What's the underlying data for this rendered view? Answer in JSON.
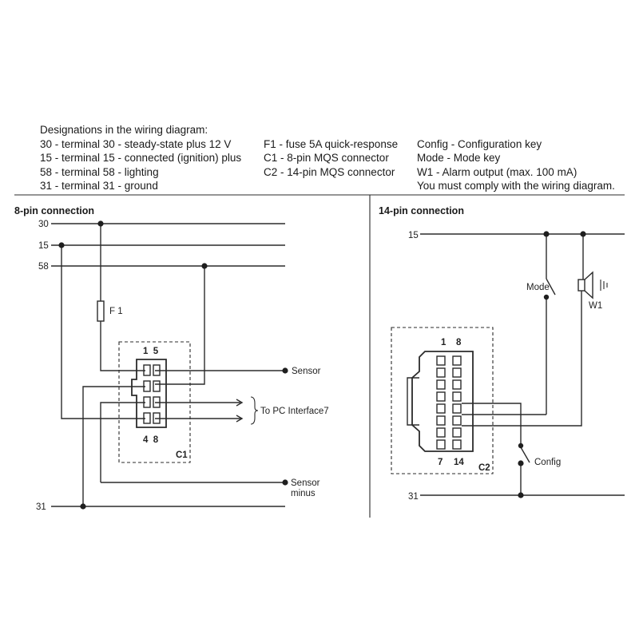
{
  "legend": {
    "heading": "Designations in the wiring diagram:",
    "col1": [
      "30 - terminal 30 - steady-state plus 12 V",
      "15 - terminal 15 - connected (ignition) plus",
      "58 - terminal 58 - lighting",
      "31 - terminal 31 - ground"
    ],
    "col2": [
      "F1 - fuse 5A quick-response",
      "C1 - 8-pin MQS connector",
      "C2 - 14-pin MQS connector"
    ],
    "col3": [
      "Config - Configuration key",
      "Mode - Mode key",
      "W1 - Alarm output (max. 100 mA)",
      "You must comply with the wiring diagram."
    ]
  },
  "left_panel": {
    "title": "8-pin connection",
    "terminals": {
      "t30": "30",
      "t15": "15",
      "t58": "58",
      "t31": "31"
    },
    "fuse_label": "F 1",
    "connector": {
      "top_pins": "1  5",
      "bottom_pins": "4  8",
      "name": "C1"
    },
    "sensor": "Sensor",
    "pc_interface": "To PC Interface7",
    "sensor_minus_1": "Sensor",
    "sensor_minus_2": "minus"
  },
  "right_panel": {
    "title": "14-pin connection",
    "terminals": {
      "t15": "15",
      "t31": "31"
    },
    "mode_label": "Mode",
    "alarm_label": "W1",
    "config_label": "Config",
    "connector": {
      "top_pin_a": "1",
      "top_pin_b": "8",
      "bottom_pin_a": "7",
      "bottom_pin_b": "14",
      "name": "C2"
    }
  }
}
